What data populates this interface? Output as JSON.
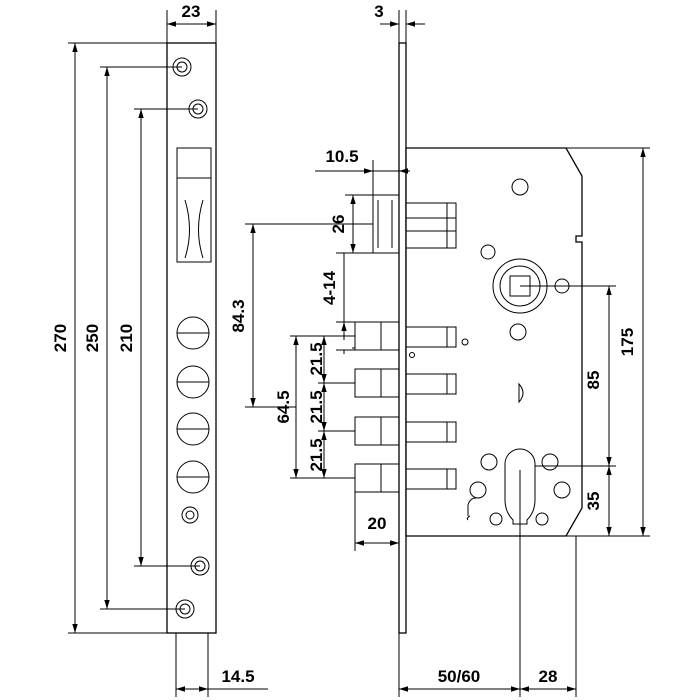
{
  "dimensions": {
    "faceplate_width": "23",
    "faceplate_thickness": "3",
    "total_height": "270",
    "screw_outer": "250",
    "screw_inner": "210",
    "bolt_projection": "10.5",
    "latch_height": "26",
    "latch_offset": "84.3",
    "gap": "4-14",
    "bolt_span": "64.5",
    "bolt_pitch_1": "21.5",
    "bolt_pitch_2": "21.5",
    "bolt_pitch_3": "21.5",
    "bolt_throw": "20",
    "case_height": "175",
    "handle_to_cylinder": "85",
    "cylinder_to_bottom": "35",
    "faceplate_edge": "14.5",
    "backset": "50/60",
    "cylinder_offset": "28"
  },
  "colors": {
    "line": "#000000",
    "background": "#ffffff"
  }
}
